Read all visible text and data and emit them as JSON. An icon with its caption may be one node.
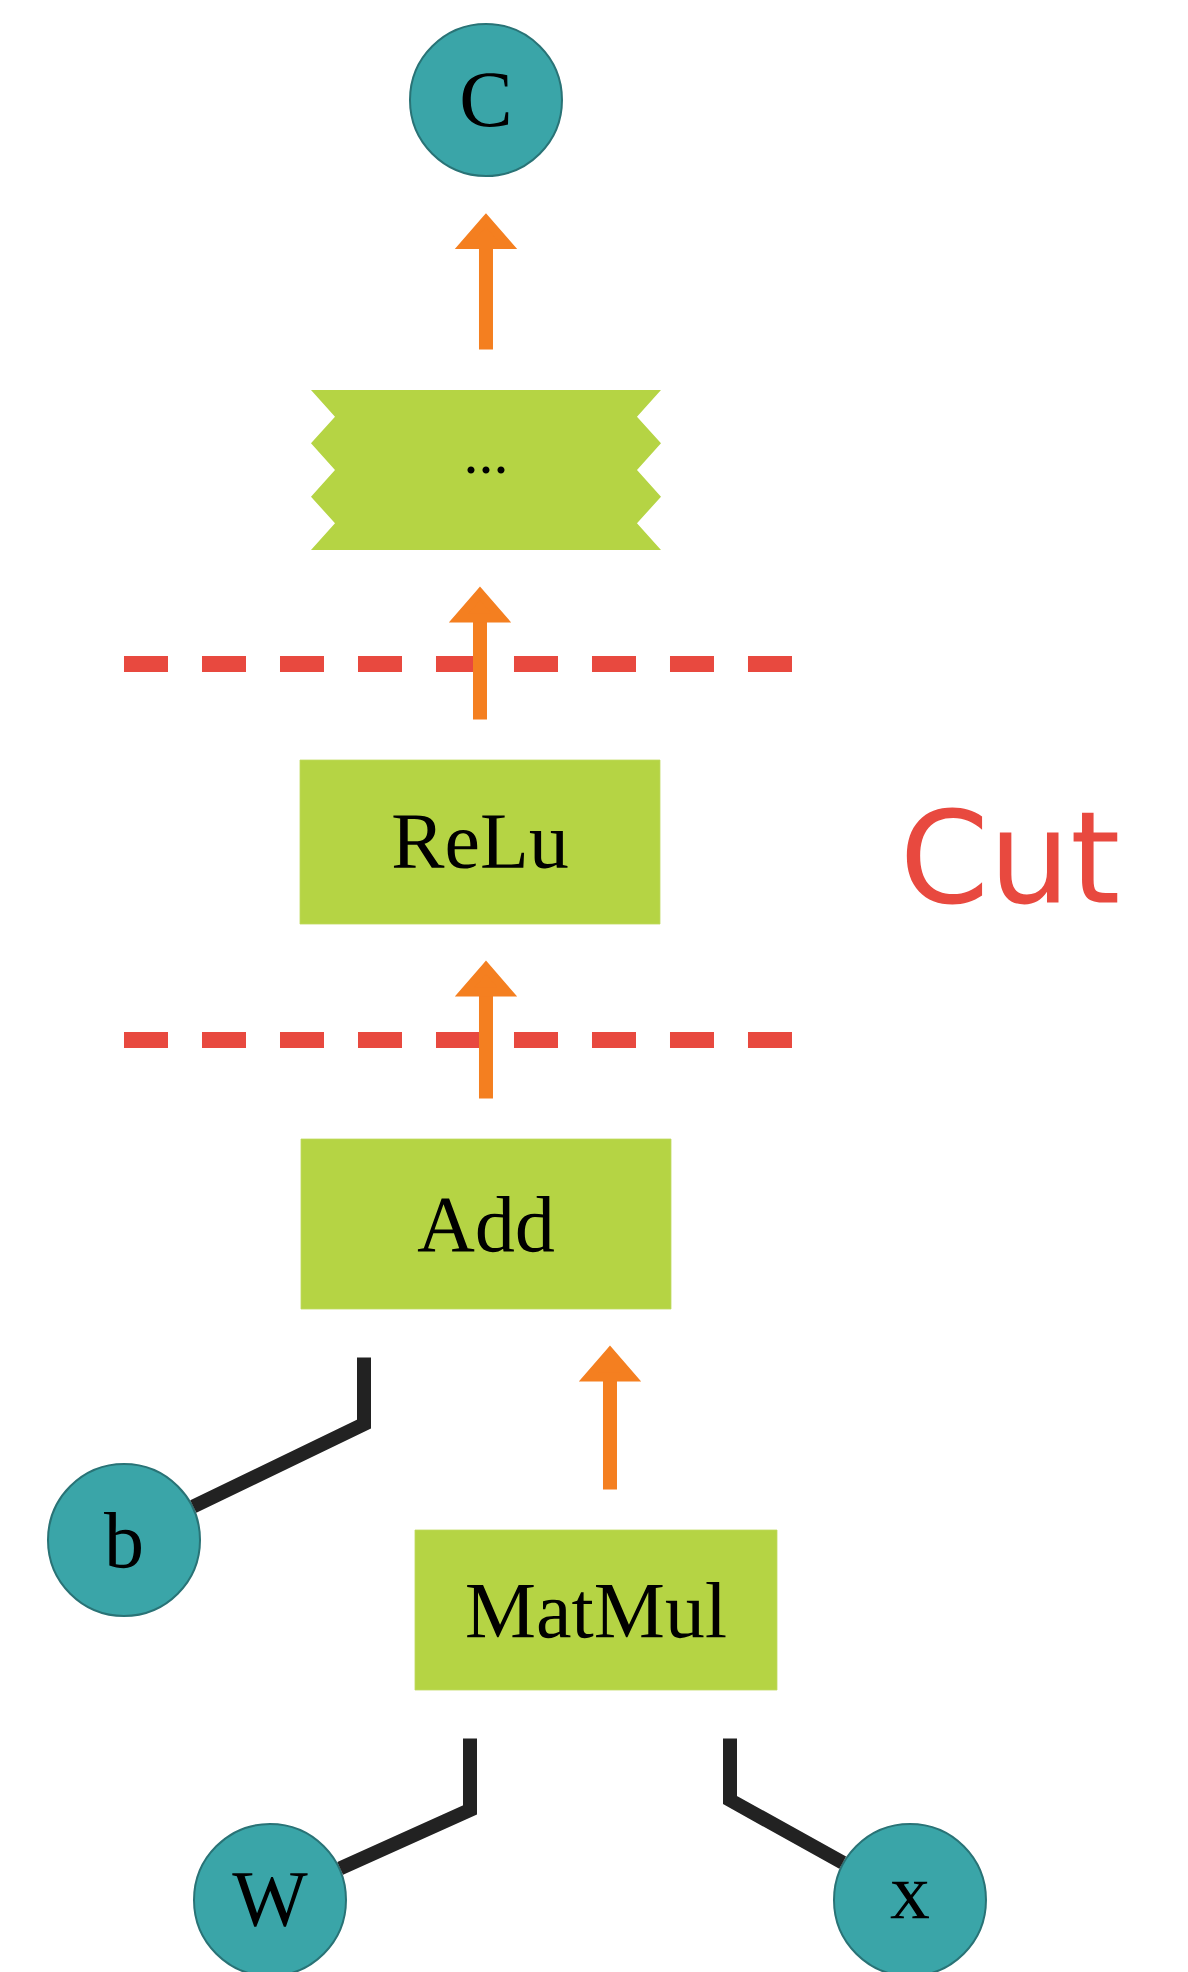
{
  "diagram": {
    "nodes": [
      {
        "text": [
          "C"
        ]
      },
      {
        "text": [
          "..."
        ]
      },
      {
        "text": [
          "ReLu"
        ]
      },
      {
        "text": [
          "Add"
        ]
      },
      {
        "text": [
          "b"
        ]
      },
      {
        "text": [
          "MatMul"
        ]
      },
      {
        "text": [
          "W"
        ]
      },
      {
        "text": [
          "x"
        ]
      }
    ],
    "edges": [
      {
        "from": 1,
        "to": 0,
        "arrow": "to"
      },
      {
        "from": 2,
        "to": 1,
        "arrow": "to"
      },
      {
        "from": 3,
        "to": 2,
        "arrow": "to"
      },
      {
        "from": 5,
        "to": 3,
        "arrow": "to"
      },
      {
        "from": 4,
        "to": 3,
        "arrow": "none",
        "color": "#222222"
      },
      {
        "from": 6,
        "to": 5,
        "arrow": "none",
        "color": "#222222"
      },
      {
        "from": 7,
        "to": 5,
        "arrow": "none",
        "color": "#222222"
      }
    ],
    "labels": [
      "Cut"
    ]
  }
}
